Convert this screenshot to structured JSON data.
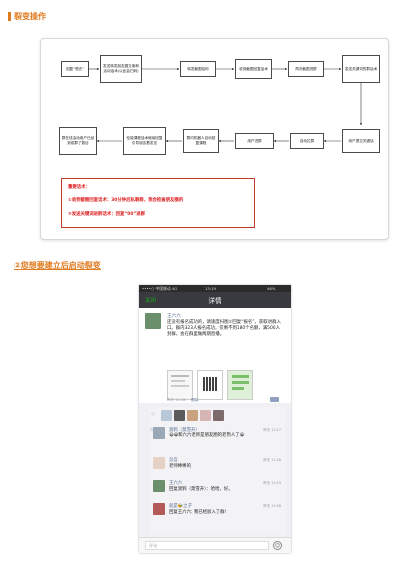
{
  "section1": {
    "title": "裂变操作"
  },
  "flow": {
    "boxes": [
      "回复“想去”",
      "发送转发朋友圈文案和活动话术(以此会扫码)",
      "转发截图给你",
      "收到截图回复话术",
      "再次截图进群",
      "发送关键词的群话术",
      "用户提交关键话",
      "自动拉群",
      "用户进群",
      "群内机器人自动回复课程",
      "伦能课程话术继续回复引导朋友看发言",
      "群在线活动用户已经到成群了数目"
    ]
  },
  "tips": {
    "title": "重要话术：",
    "line1": "①收到截图回复话术：30分钟后私聊群，我会检查朋友圈的",
    "line2": "②发送关键词进群话术：回复“00”进群"
  },
  "section2": {
    "title": "②您想要建立后启动裂变"
  },
  "phone": {
    "status": {
      "carrier": "••••○ 中国移动  4G",
      "time": "13:19",
      "battery": "46%"
    },
    "nav": {
      "back": "关闭",
      "title": "详情"
    },
    "post": {
      "author": "王六六",
      "text": "还没有报名成功的，请速度扫图②回复“报名”，获取进群入口。群内323人报名成功，仅剩不到180个名额，满500人封群，会在群里做两期直播。",
      "time": "昨天 11:28",
      "delete": "删除"
    },
    "comments": [
      {
        "name": "渡鸦（莫雪开）",
        "time": "昨天 11:27",
        "text": "😀😀和六六老师是朋友圈的老熟人了😀"
      },
      {
        "name": "吾吾",
        "time": "昨天 11:28",
        "text": "老师棒棒的"
      },
      {
        "name": "王六六",
        "time": "昨天 11:53",
        "text": "回复渡鸦（莫雪开）：哈哈，好。"
      },
      {
        "name": "就是🐝之子",
        "time": "昨天 11:58",
        "text": "回复王六六: 我已经加入了群!"
      }
    ],
    "input": {
      "placeholder": "评论"
    },
    "colors": {
      "nav": "#393a3f",
      "link": "#576b95",
      "accent": "#1aad19"
    }
  }
}
